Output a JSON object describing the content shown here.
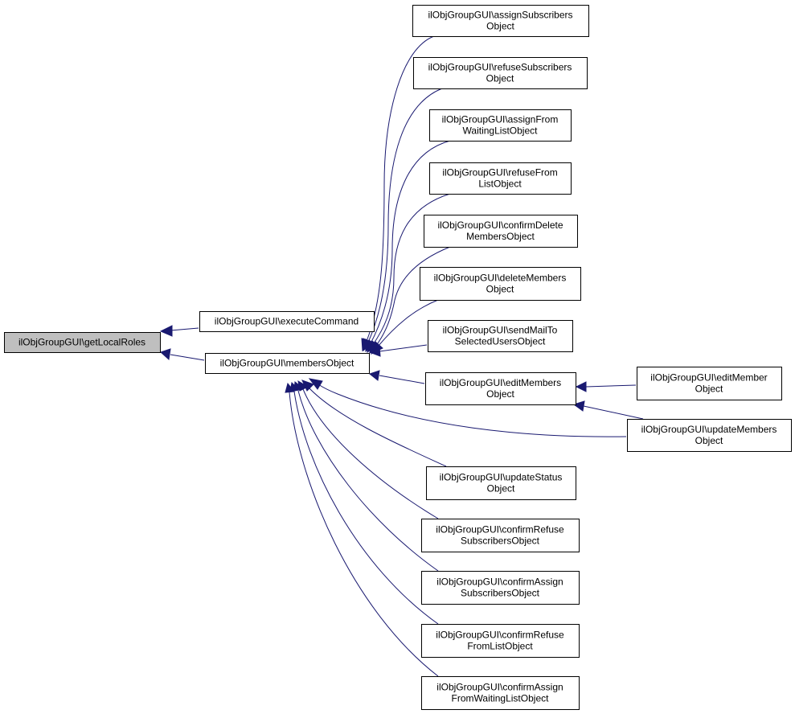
{
  "colors": {
    "edge": "#191970",
    "root_fill": "#bfbfbf",
    "node_fill": "#ffffff",
    "node_border": "#000000"
  },
  "nodes": [
    {
      "id": "getLocalRoles",
      "lines": [
        "ilObjGroupGUI\\getLocalRoles"
      ],
      "root": true
    },
    {
      "id": "executeCommand",
      "lines": [
        "ilObjGroupGUI\\executeCommand"
      ]
    },
    {
      "id": "membersObject",
      "lines": [
        "ilObjGroupGUI\\membersObject"
      ]
    },
    {
      "id": "assignSubscribersObject",
      "lines": [
        "ilObjGroupGUI\\assignSubscribers",
        "Object"
      ]
    },
    {
      "id": "refuseSubscribersObject",
      "lines": [
        "ilObjGroupGUI\\refuseSubscribers",
        "Object"
      ]
    },
    {
      "id": "assignFromWaitingListObject",
      "lines": [
        "ilObjGroupGUI\\assignFrom",
        "WaitingListObject"
      ]
    },
    {
      "id": "refuseFromListObject",
      "lines": [
        "ilObjGroupGUI\\refuseFrom",
        "ListObject"
      ]
    },
    {
      "id": "confirmDeleteMembersObject",
      "lines": [
        "ilObjGroupGUI\\confirmDelete",
        "MembersObject"
      ]
    },
    {
      "id": "deleteMembersObject",
      "lines": [
        "ilObjGroupGUI\\deleteMembers",
        "Object"
      ]
    },
    {
      "id": "sendMailToSelectedUsersObject",
      "lines": [
        "ilObjGroupGUI\\sendMailTo",
        "SelectedUsersObject"
      ]
    },
    {
      "id": "editMembersObject",
      "lines": [
        "ilObjGroupGUI\\editMembers",
        "Object"
      ]
    },
    {
      "id": "editMemberObject",
      "lines": [
        "ilObjGroupGUI\\editMember",
        "Object"
      ]
    },
    {
      "id": "updateMembersObject",
      "lines": [
        "ilObjGroupGUI\\updateMembers",
        "Object"
      ]
    },
    {
      "id": "updateStatusObject",
      "lines": [
        "ilObjGroupGUI\\updateStatus",
        "Object"
      ]
    },
    {
      "id": "confirmRefuseSubscribersObject",
      "lines": [
        "ilObjGroupGUI\\confirmRefuse",
        "SubscribersObject"
      ]
    },
    {
      "id": "confirmAssignSubscribersObject",
      "lines": [
        "ilObjGroupGUI\\confirmAssign",
        "SubscribersObject"
      ]
    },
    {
      "id": "confirmRefuseFromListObject",
      "lines": [
        "ilObjGroupGUI\\confirmRefuse",
        "FromListObject"
      ]
    },
    {
      "id": "confirmAssignFromWaitingListObject",
      "lines": [
        "ilObjGroupGUI\\confirmAssign",
        "FromWaitingListObject"
      ]
    }
  ],
  "edges": [
    {
      "from": "executeCommand",
      "to": "getLocalRoles"
    },
    {
      "from": "membersObject",
      "to": "getLocalRoles"
    },
    {
      "from": "assignSubscribersObject",
      "to": "membersObject"
    },
    {
      "from": "refuseSubscribersObject",
      "to": "membersObject"
    },
    {
      "from": "assignFromWaitingListObject",
      "to": "membersObject"
    },
    {
      "from": "refuseFromListObject",
      "to": "membersObject"
    },
    {
      "from": "confirmDeleteMembersObject",
      "to": "membersObject"
    },
    {
      "from": "deleteMembersObject",
      "to": "membersObject"
    },
    {
      "from": "sendMailToSelectedUsersObject",
      "to": "membersObject"
    },
    {
      "from": "editMembersObject",
      "to": "membersObject"
    },
    {
      "from": "updateMembersObject",
      "to": "membersObject"
    },
    {
      "from": "editMemberObject",
      "to": "editMembersObject"
    },
    {
      "from": "updateMembersObject",
      "to": "editMembersObject"
    },
    {
      "from": "updateStatusObject",
      "to": "membersObject"
    },
    {
      "from": "confirmRefuseSubscribersObject",
      "to": "membersObject"
    },
    {
      "from": "confirmAssignSubscribersObject",
      "to": "membersObject"
    },
    {
      "from": "confirmRefuseFromListObject",
      "to": "membersObject"
    },
    {
      "from": "confirmAssignFromWaitingListObject",
      "to": "membersObject"
    }
  ]
}
